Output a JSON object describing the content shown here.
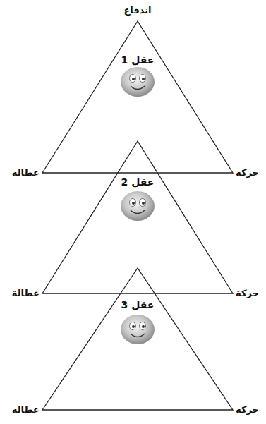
{
  "diagram": {
    "nodes": [
      {
        "text": [
          "عقل 1"
        ]
      },
      {
        "text": [
          "عقل 2"
        ]
      },
      {
        "text": [
          "عقل 3"
        ]
      }
    ],
    "labels": [
      "اندفاع",
      "عطالة",
      "حركة",
      "عطالة",
      "حركة",
      "عطالة",
      "حركة"
    ]
  }
}
